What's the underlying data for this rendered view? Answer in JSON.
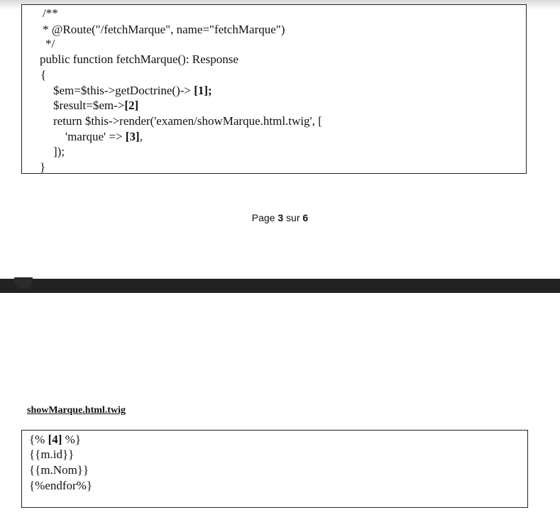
{
  "page1": {
    "code_lines": [
      "/**",
      "* @Route(\"/fetchMarque\", name=\"fetchMarque\")",
      "*/",
      "public function fetchMarque(): Response",
      "{",
      "$em=$this->getDoctrine()-> ",
      "$result=$em->",
      "return $this->render('examen/showMarque.html.twig', [",
      "'marque' => ",
      "]);",
      "}"
    ],
    "blank_1": "[1];",
    "blank_2": "[2]",
    "blank_3": "[3]",
    "blank_3_suffix": ","
  },
  "page_footer": {
    "prefix": "Page ",
    "current": "3",
    "middle": " sur ",
    "total": "6"
  },
  "page2": {
    "filename": "showMarque.html.twig",
    "line1_prefix": "{% ",
    "blank_4": "[4]",
    "line1_suffix": " %}",
    "line2": "{{m.id}}",
    "line3": "{{m.Nom}}",
    "line4": "{%endfor%}"
  }
}
